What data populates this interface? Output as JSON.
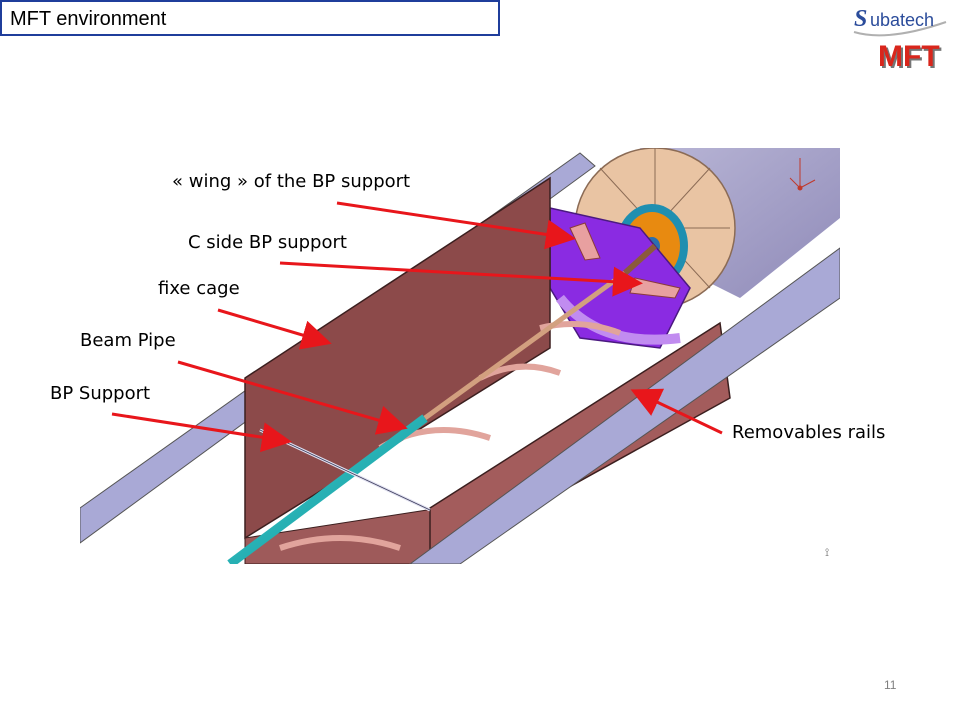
{
  "slide": {
    "title": "MFT environment",
    "page_number": "11"
  },
  "logos": {
    "subatech_text": "Subatech",
    "mft_text": "MFT",
    "mft_color": "#d9261c",
    "subatech_color": "#2b4c9b"
  },
  "labels": {
    "wing": "« wing » of the BP support",
    "c_side": "C side BP support",
    "fixe_cage": "fixe cage",
    "beam_pipe": "Beam Pipe",
    "bp_support": "BP Support",
    "rails": "Removables rails"
  },
  "colors": {
    "arrow": "#e8161b",
    "cage": "#8c4a4a",
    "rail": "#9a9ad0",
    "beam_pipe": "#1fb5b5",
    "absorber": "#e8c6a8",
    "support_purple": "#8a2be2"
  }
}
